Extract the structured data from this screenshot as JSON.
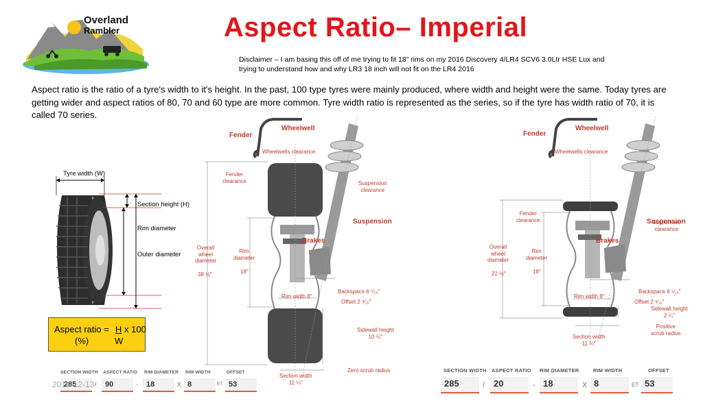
{
  "page": {
    "title": "Aspect Ratio– Imperial",
    "logo_text_line1": "Overland",
    "logo_text_line2": "Rambler",
    "disclaimer": "Disclaimer – I am basing this off of me trying to fit 18” rims on my 2016 Discovery 4/LR4 SCV6 3.0Ltr HSE Lux and trying to understand how and why LR3 18 inch will not fit on the LR4 2016",
    "intro": "Aspect ratio is the ratio of a tyre's width to it's height. In the past, 100 type tyres were mainly produced, where width and height were the same. Today tyres are getting wider and aspect ratios of 80, 70 and 60 type are more common. Tyre width ratio is represented as the series, so if the tyre has width ratio of 70, it is called 70 series.",
    "date": "2016-12-13"
  },
  "tyre_figure": {
    "tyre_width": "Tyre width (W)",
    "section_height": "Section height (H)",
    "rim_diameter": "Rim diameter",
    "outer_diameter": "Outer diameter",
    "formula_left": "Aspect ratio =",
    "formula_left2": "(%)",
    "formula_num": "H",
    "formula_den": "W",
    "formula_mult": "x 100"
  },
  "diagram_left": {
    "fender": "Fender",
    "wheelwell": "Wheelwell",
    "wheelwells_clearance": "Wheelwells clearance",
    "fender_clearance": "Fender\nclearance",
    "suspension_clearance": "Suspension\nclearance",
    "suspension": "Suspension",
    "brakes": "Brakes",
    "overall_wheel_diameter": "Overall\nwheel\ndiameter",
    "overall_value": "38 ½″",
    "rim_diameter": "Rim\ndiameter",
    "rim_value": "18″",
    "backspace": "Backspace 6 ⁵⁄₁₆″",
    "rim_width": "Rim width 8″",
    "offset": "Offset 2 ⁹⁄₁₆″",
    "sidewall_height": "Sidewall height\n10 ¼″",
    "zero_scrub": "Zero scrub radius",
    "section_width": "Section width\n11 ¼″"
  },
  "diagram_right": {
    "fender": "Fender",
    "wheelwell": "Wheelwell",
    "wheelwells_clearance": "Wheelwells clearance",
    "fender_clearance": "Fender\nclearance",
    "suspension_clearance": "Suspension\nclearance",
    "suspension": "Suspension",
    "brakes": "Brakes",
    "overall_wheel_diameter": "Overall\nwheel\ndiameter",
    "overall_value": "22 ½″",
    "rim_diameter": "Rim\ndiameter",
    "rim_value": "18″",
    "backspace": "Backspace 6 ⁵⁄₁₆″",
    "rim_width": "Rim width 8″",
    "offset": "Offset 2 ⁹⁄₁₆″",
    "sidewall_height": "Sidewall height\n2 ¼″",
    "positive_scrub": "Positive\nscrub radius",
    "section_width": "Section width\n11 ¼″"
  },
  "tyre_size_left": {
    "headers": [
      "SECTION WIDTH",
      "ASPECT RATIO",
      "RIM DIAMETER",
      "RIM WIDTH",
      "OFFSET"
    ],
    "values": [
      "285",
      "90",
      "18",
      "8",
      "53"
    ],
    "sep_slash": "/",
    "sep_dash": "-",
    "sep_x": "X",
    "sep_et": "ET"
  },
  "tyre_size_right": {
    "headers": [
      "SECTION WIDTH",
      "ASPECT RATIO",
      "RIM DIAMETER",
      "RIM WIDTH",
      "OFFSET"
    ],
    "values": [
      "285",
      "20",
      "18",
      "8",
      "53"
    ],
    "sep_slash": "/",
    "sep_dash": "-",
    "sep_x": "X",
    "sep_et": "ET"
  },
  "colors": {
    "title": "#e3151a",
    "label_red": "#c0392b",
    "formula_bg": "#fbd010",
    "tyre_dark": "#3a3a3a"
  }
}
